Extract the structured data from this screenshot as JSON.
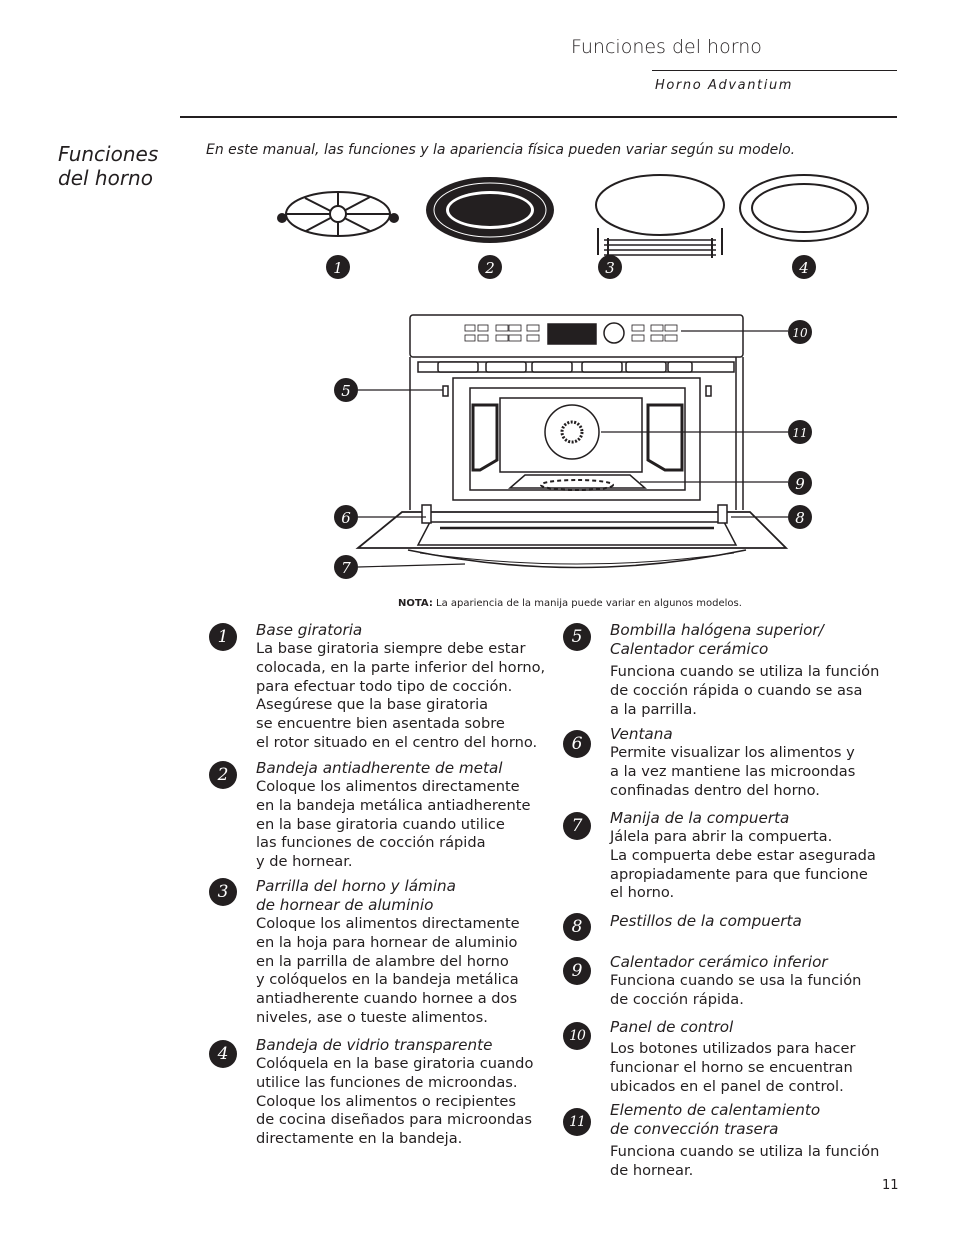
{
  "header": {
    "section_title": "Funciones del horno",
    "subtitle": "Horno Advantium"
  },
  "side_title": [
    "Funciones",
    "del horno"
  ],
  "intro": "En este manual, las funciones y la apariencia física pueden variar según su modelo.",
  "callout_numbers": [
    "1",
    "2",
    "3",
    "4",
    "5",
    "6",
    "7",
    "8",
    "9",
    "10",
    "11"
  ],
  "note": {
    "label": "NOTA:",
    "text": " La apariencia de la manija puede variar en algunos modelos."
  },
  "items": [
    {
      "num": "1",
      "title": "Base giratoria",
      "lines": [
        "La base giratoria siempre debe estar",
        "colocada, en la parte inferior del horno,",
        "para efectuar todo tipo de cocción.",
        "Asegúrese que la base giratoria",
        "se encuentre bien asentada sobre",
        "el rotor situado en el centro del horno."
      ]
    },
    {
      "num": "2",
      "title": "Bandeja antiadherente de metal",
      "lines": [
        "Coloque los alimentos directamente",
        "en la bandeja metálica antiadherente",
        "en la base giratoria cuando utilice",
        "las funciones de cocción rápida",
        "y de hornear."
      ]
    },
    {
      "num": "3",
      "title_lines": [
        "Parrilla del horno y lámina",
        "de hornear de aluminio"
      ],
      "lines": [
        "Coloque los alimentos directamente",
        "en la hoja para hornear de aluminio",
        "en la parrilla de alambre del horno",
        "y colóquelos en la bandeja metálica",
        "antiadherente cuando hornee a dos",
        "niveles, ase o tueste alimentos."
      ]
    },
    {
      "num": "4",
      "title": "Bandeja de vidrio transparente",
      "lines": [
        "Colóquela en la base giratoria cuando",
        "utilice las funciones de microondas.",
        "Coloque los alimentos o recipientes",
        "de cocina diseñados para microondas",
        "directamente en la bandeja."
      ]
    },
    {
      "num": "5",
      "title_lines": [
        "Bombilla halógena superior/",
        "Calentador cerámico"
      ],
      "lines": [
        "Funciona cuando se utiliza la función",
        "de cocción rápida o cuando se asa",
        "a la parrilla."
      ]
    },
    {
      "num": "6",
      "title": "Ventana",
      "lines": [
        "Permite visualizar los alimentos y",
        "a la vez mantiene las microondas",
        "confinadas dentro del horno."
      ]
    },
    {
      "num": "7",
      "title": "Manija de la compuerta",
      "lines": [
        "Jálela para abrir la compuerta.",
        "La compuerta debe estar asegurada",
        "apropiadamente para que funcione",
        "el horno."
      ]
    },
    {
      "num": "8",
      "title": "Pestillos de la compuerta",
      "lines": []
    },
    {
      "num": "9",
      "title": "Calentador cerámico inferior",
      "lines": [
        "Funciona cuando se usa la función",
        "de cocción rápida."
      ]
    },
    {
      "num": "10",
      "title": "Panel de control",
      "lines": [
        "Los botones utilizados para hacer",
        "funcionar el horno se encuentran",
        "ubicados en el panel de control."
      ]
    },
    {
      "num": "11",
      "title_lines": [
        "Elemento de calentamiento",
        "de convección trasera"
      ],
      "lines": [
        "Funciona cuando se utiliza la función",
        "de hornear."
      ]
    }
  ],
  "page_number": "11"
}
